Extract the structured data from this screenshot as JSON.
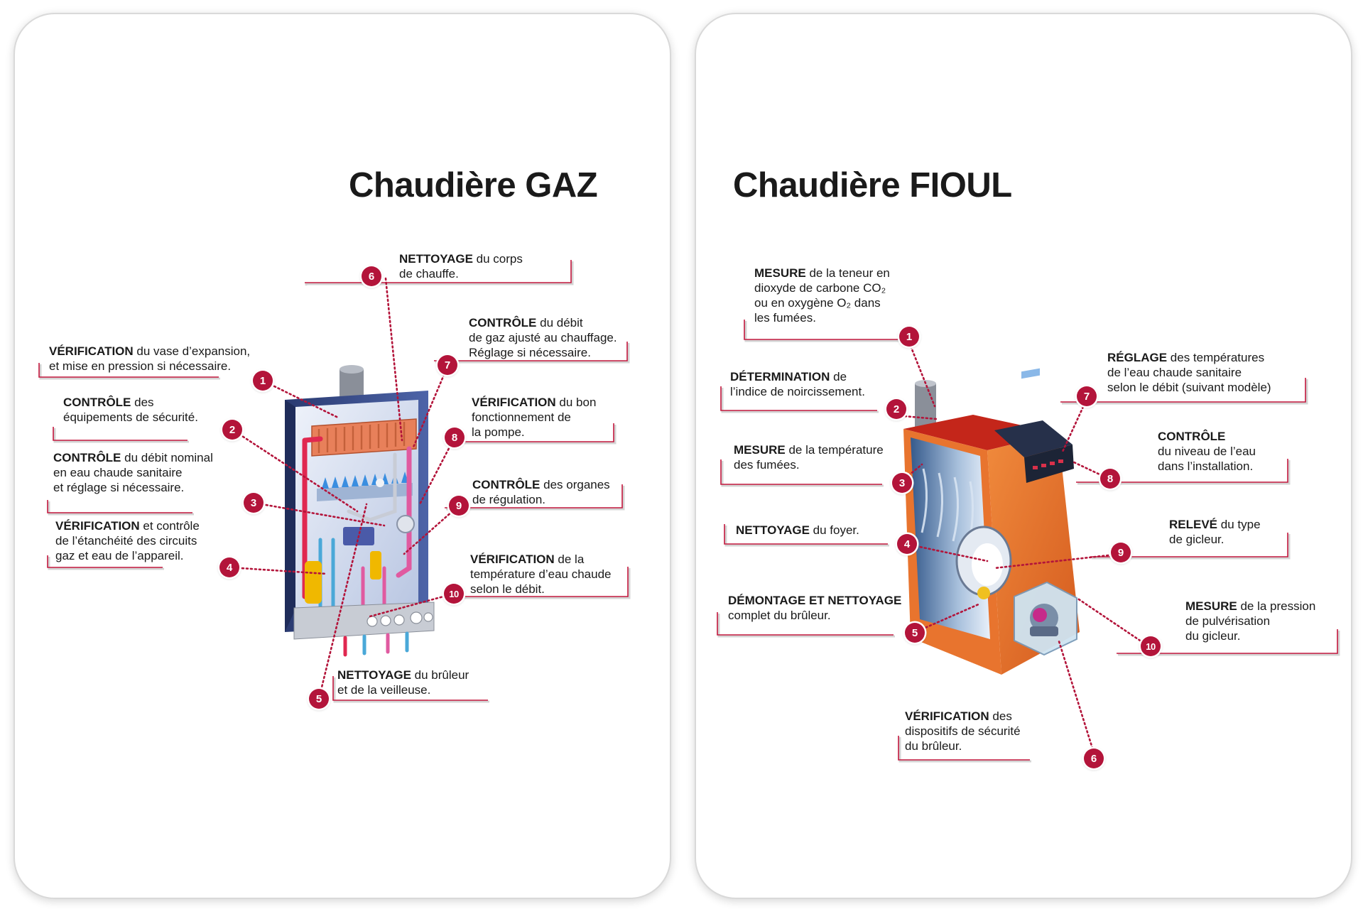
{
  "gaz": {
    "title": "Chaudière GAZ",
    "items": [
      {
        "num": "1",
        "kw": "VÉRIFICATION",
        "rest": " du vase d’expansion,\net mise en pression si nécessaire."
      },
      {
        "num": "2",
        "kw": "CONTRÔLE",
        "rest": " des\néquipements de sécurité."
      },
      {
        "num": "3",
        "kw": "CONTRÔLE",
        "rest": " du débit nominal\nen eau chaude sanitaire\net réglage si nécessaire."
      },
      {
        "num": "4",
        "kw": "VÉRIFICATION",
        "rest": " et contrôle\nde l’étanchéité des circuits\ngaz et eau de l’appareil."
      },
      {
        "num": "5",
        "kw": "NETTOYAGE",
        "rest": " du brûleur\net de la veilleuse."
      },
      {
        "num": "6",
        "kw": "NETTOYAGE",
        "rest": " du corps\nde chauffe."
      },
      {
        "num": "7",
        "kw": "CONTRÔLE",
        "rest": " du débit\nde gaz ajusté au chauffage.\nRéglage si nécessaire."
      },
      {
        "num": "8",
        "kw": "VÉRIFICATION",
        "rest": " du bon\nfonctionnement de\nla pompe."
      },
      {
        "num": "9",
        "kw": "CONTRÔLE",
        "rest": " des organes\nde régulation."
      },
      {
        "num": "10",
        "kw": "VÉRIFICATION",
        "rest": " de la\ntempérature d’eau chaude\nselon le débit."
      }
    ]
  },
  "fioul": {
    "title": "Chaudière FIOUL",
    "items": [
      {
        "num": "1",
        "kw": "MESURE",
        "rest": " de la teneur en\ndioxyde de carbone CO₂\nou en oxygène O₂ dans\nles fumées."
      },
      {
        "num": "2",
        "kw": "DÉTERMINATION",
        "rest": " de\nl’indice de noircissement."
      },
      {
        "num": "3",
        "kw": "MESURE",
        "rest": " de la température\ndes fumées."
      },
      {
        "num": "4",
        "kw": "NETTOYAGE",
        "rest": " du foyer."
      },
      {
        "num": "5",
        "kw": "DÉMONTAGE ET NETTOYAGE",
        "rest": "\ncomplet du brûleur."
      },
      {
        "num": "6",
        "kw": "VÉRIFICATION",
        "rest": " des\ndispositifs de sécurité\ndu brûleur."
      },
      {
        "num": "7",
        "kw": "RÉGLAGE",
        "rest": " des températures\nde l’eau chaude sanitaire\nselon le débit (suivant modèle)"
      },
      {
        "num": "8",
        "kw": "CONTRÔLE",
        "rest": "\ndu niveau de l’eau\ndans l’installation."
      },
      {
        "num": "9",
        "kw": "RELEVÉ",
        "rest": " du type\nde gicleur."
      },
      {
        "num": "10",
        "kw": "MESURE",
        "rest": " de la pression\nde pulvérisation\ndu gicleur."
      }
    ]
  },
  "colors": {
    "accent": "#b3143a",
    "gaz_frame": "#3a4e8c",
    "gaz_exchanger": "#e8805a",
    "gaz_pipe": "#e02850",
    "fioul_body": "#e8742e",
    "fioul_top": "#c4261a",
    "fioul_panel": "#26304a"
  },
  "icons": {
    "badge": "numbered-red-circle",
    "gaz_appliance": "wall-gas-boiler-cutaway",
    "fioul_appliance": "oil-boiler-cutaway"
  }
}
